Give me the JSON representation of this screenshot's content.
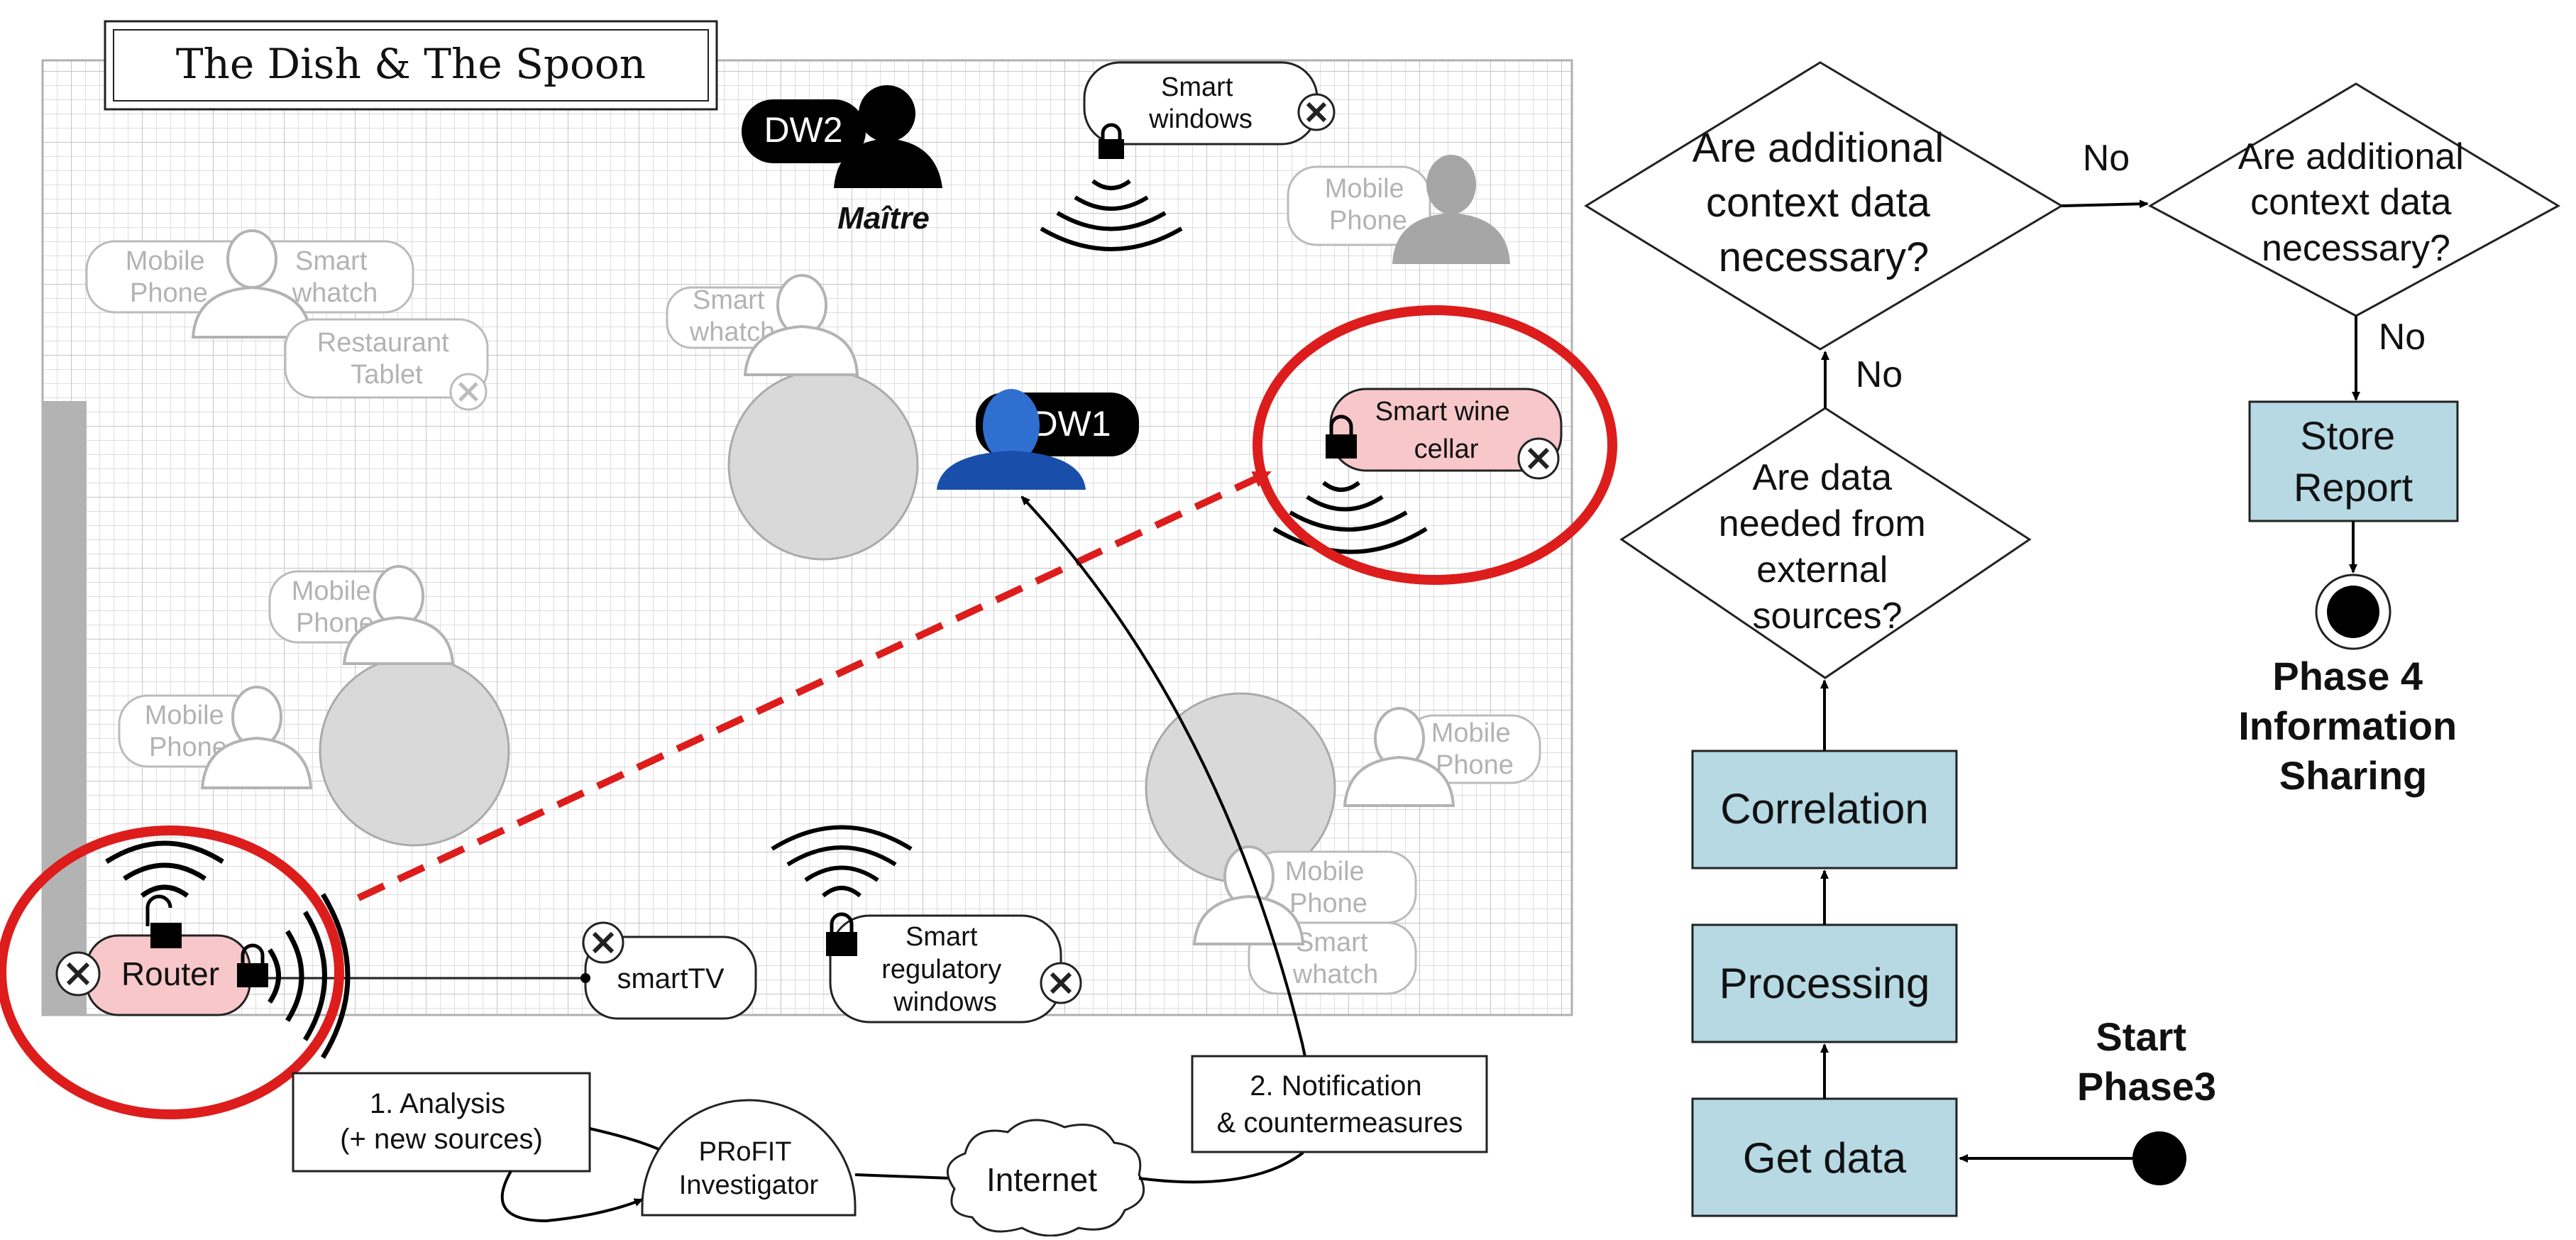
{
  "floorplan": {
    "title": "The Dish & The Spoon",
    "dw2": "DW2",
    "maitre": "Maître",
    "dw1": "DW1",
    "devices": {
      "smart_windows": [
        "Smart",
        "windows"
      ],
      "mobile_phone_tr": [
        "Mobile",
        "Phone"
      ],
      "mobile_phone_tl": [
        "Mobile",
        "Phone"
      ],
      "smart_whatch_tl": [
        "Smart",
        "whatch"
      ],
      "restaurant_tablet": [
        "Restaurant",
        "Tablet"
      ],
      "smart_whatch_c": [
        "Smart",
        "whatch"
      ],
      "smart_wine_cellar": [
        "Smart wine",
        "cellar"
      ],
      "mobile_phone_ml": [
        "Mobile",
        "Phone"
      ],
      "mobile_phone_ll": [
        "Mobile",
        "Phone"
      ],
      "mobile_phone_r": [
        "Mobile",
        "Phone"
      ],
      "mobile_phone_br": [
        "Mobile",
        "Phone"
      ],
      "smart_whatch_br": [
        "Smart",
        "whatch"
      ],
      "router": "Router",
      "smart_tv": "smartTV",
      "smart_regulatory_windows": [
        "Smart",
        "regulatory",
        "windows"
      ]
    }
  },
  "process": {
    "analysis": [
      "1. Analysis",
      "(+ new sources)"
    ],
    "profit": [
      "PRoFIT",
      "Investigator"
    ],
    "internet": "Internet",
    "notification": [
      "2. Notification",
      "& countermeasures"
    ]
  },
  "flowchart": {
    "decision1": [
      "Are additional",
      "context data",
      "necessary?"
    ],
    "decision2": [
      "Are additional",
      "context data",
      "necessary?"
    ],
    "decision3": [
      "Are data",
      "needed from",
      "external",
      "sources?"
    ],
    "no1": "No",
    "no2": "No",
    "no3": "No",
    "store_report": [
      "Store",
      "Report"
    ],
    "phase4": [
      "Phase 4",
      "Information",
      "Sharing"
    ],
    "correlation": "Correlation",
    "processing": "Processing",
    "get_data": "Get data",
    "start_phase3": [
      "Start",
      "Phase3"
    ]
  },
  "colors": {
    "box_fill": "#b6d9e3",
    "alert_red": "#dd1c1c",
    "device_pink": "#f7c7c9",
    "ghost_grey": "#b3b3b3"
  }
}
